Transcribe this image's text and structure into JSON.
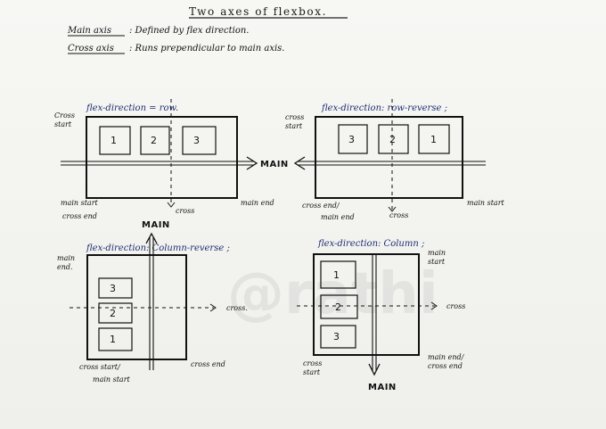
{
  "title": "Two axes of flexbox.",
  "definitions": {
    "main_axis_label": "Main axis",
    "main_axis_text": ": Defined by flex direction.",
    "cross_axis_label": "Cross axis",
    "cross_axis_text": ": Runs prependicular to main axis."
  },
  "diagrams": {
    "row": {
      "heading": "flex-direction = row.",
      "cross_start": "Cross\nstart",
      "main_start": "main start",
      "cross_end": "cross end",
      "cross": "cross",
      "main_end": "main end",
      "items": [
        "1",
        "2",
        "3"
      ]
    },
    "row_reverse": {
      "heading": "flex-direction: row-reverse ;",
      "cross_start": "cross\nstart",
      "crossend": "cross end/",
      "main_end": "main end",
      "cross": "cross",
      "main_start": "main start",
      "items": [
        "3",
        "2",
        "1"
      ]
    },
    "column_reverse": {
      "heading": "flex-direction: Column-reverse ;",
      "main_end": "main\nend.",
      "cross": "cross.",
      "cross_start": "cross start/",
      "main_start": "main start",
      "cross_end": "cross end",
      "items": [
        "3",
        "2",
        "1"
      ]
    },
    "column": {
      "heading": "flex-direction: Column ;",
      "main_start": "main\nstart",
      "cross": "cross",
      "cross_start": "cross\nstart",
      "main_end_label": "main end/\ncross end",
      "items": [
        "1",
        "2",
        "3"
      ]
    }
  },
  "labels": {
    "main": "MAIN"
  },
  "watermark": "@rathi"
}
